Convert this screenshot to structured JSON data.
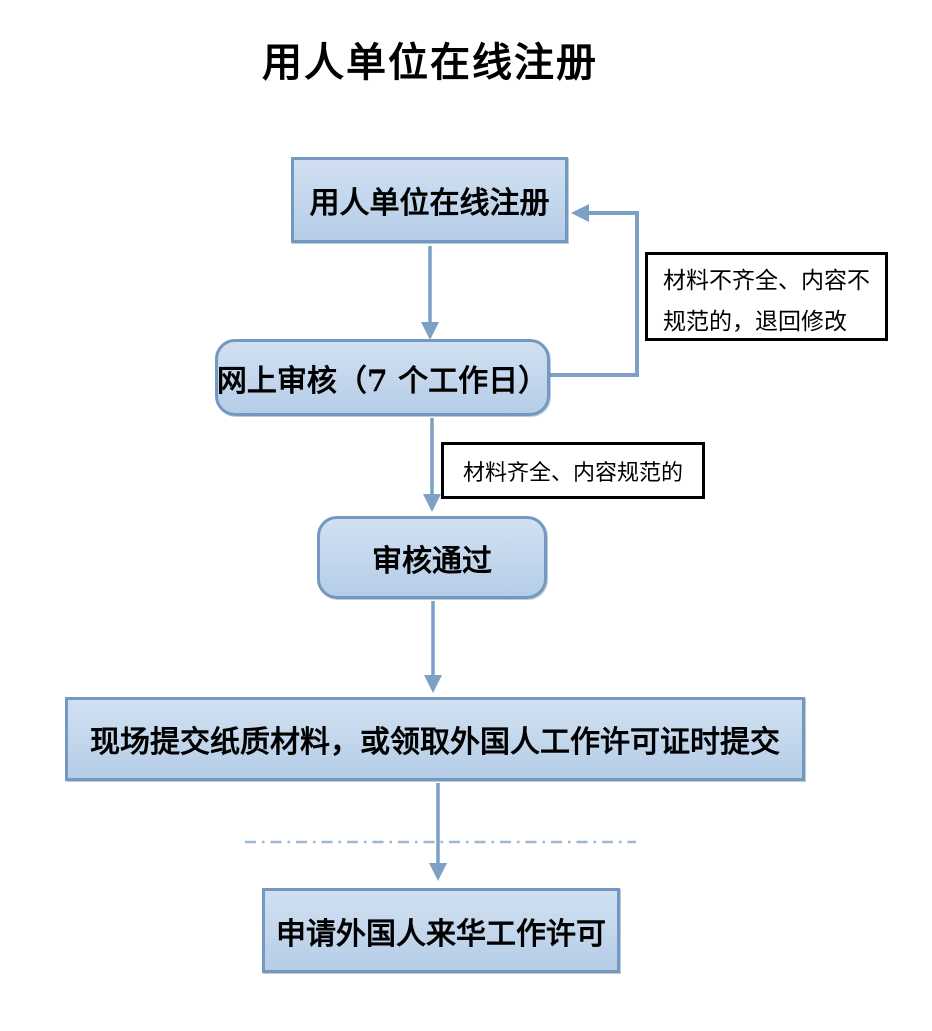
{
  "page": {
    "title": "用人单位在线注册"
  },
  "colors": {
    "node_fill_top": "#d1e0f1",
    "node_fill_bottom": "#b5cde7",
    "node_border": "#7499c0",
    "arrow": "#7da0c6",
    "divider_line": "#9cb8d6",
    "annotation_border": "#000000",
    "text": "#000000"
  },
  "flowchart": {
    "nodes": [
      {
        "id": "register",
        "shape": "rectangle",
        "label": "用人单位在线注册"
      },
      {
        "id": "online-review",
        "shape": "rounded-rectangle",
        "label": "网上审核（7 个工作日）"
      },
      {
        "id": "approved",
        "shape": "rounded-rectangle",
        "label": "审核通过"
      },
      {
        "id": "submit-materials",
        "shape": "rectangle",
        "label": "现场提交纸质材料，或领取外国人工作许可证时提交"
      },
      {
        "id": "apply-permit",
        "shape": "rectangle",
        "label": "申请外国人来华工作许可"
      }
    ],
    "annotations": [
      {
        "id": "return-note",
        "label": "材料不齐全、内容不\n规范的，退回修改"
      },
      {
        "id": "pass-note",
        "label": "材料齐全、内容规范的"
      }
    ]
  }
}
